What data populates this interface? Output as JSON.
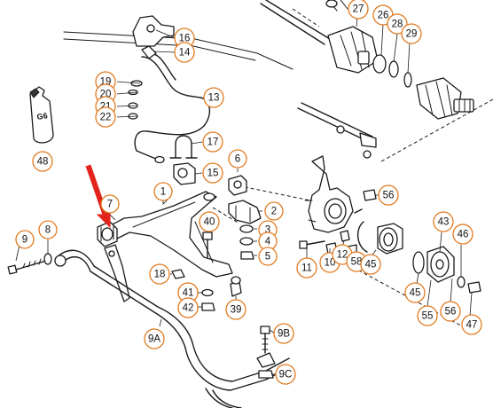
{
  "diagram": {
    "callout_color": "#e07a1f",
    "arrow_color": "#e3241c",
    "highlighted_part": "7",
    "bottle_label": "G6",
    "callouts": [
      {
        "id": "16",
        "label": "16"
      },
      {
        "id": "14",
        "label": "14"
      },
      {
        "id": "19",
        "label": "19"
      },
      {
        "id": "20",
        "label": "20"
      },
      {
        "id": "21",
        "label": "21"
      },
      {
        "id": "22",
        "label": "22"
      },
      {
        "id": "13",
        "label": "13"
      },
      {
        "id": "17",
        "label": "17"
      },
      {
        "id": "48",
        "label": "48"
      },
      {
        "id": "15",
        "label": "15"
      },
      {
        "id": "6",
        "label": "6"
      },
      {
        "id": "1",
        "label": "1"
      },
      {
        "id": "2",
        "label": "2"
      },
      {
        "id": "7",
        "label": "7"
      },
      {
        "id": "40",
        "label": "40"
      },
      {
        "id": "3",
        "label": "3"
      },
      {
        "id": "4",
        "label": "4"
      },
      {
        "id": "5",
        "label": "5"
      },
      {
        "id": "9",
        "label": "9"
      },
      {
        "id": "8",
        "label": "8"
      },
      {
        "id": "18",
        "label": "18"
      },
      {
        "id": "41",
        "label": "41"
      },
      {
        "id": "42",
        "label": "42"
      },
      {
        "id": "39",
        "label": "39"
      },
      {
        "id": "9A",
        "label": "9A"
      },
      {
        "id": "9B",
        "label": "9B"
      },
      {
        "id": "9C",
        "label": "9C"
      },
      {
        "id": "26",
        "label": "26"
      },
      {
        "id": "27",
        "label": "27"
      },
      {
        "id": "28",
        "label": "28"
      },
      {
        "id": "29",
        "label": "29"
      },
      {
        "id": "56a",
        "label": "56"
      },
      {
        "id": "11",
        "label": "11"
      },
      {
        "id": "10",
        "label": "10"
      },
      {
        "id": "12",
        "label": "12"
      },
      {
        "id": "58",
        "label": "58"
      },
      {
        "id": "45a",
        "label": "45"
      },
      {
        "id": "43",
        "label": "43"
      },
      {
        "id": "46",
        "label": "46"
      },
      {
        "id": "45b",
        "label": "45"
      },
      {
        "id": "55",
        "label": "55"
      },
      {
        "id": "56b",
        "label": "56"
      },
      {
        "id": "47",
        "label": "47"
      }
    ]
  }
}
